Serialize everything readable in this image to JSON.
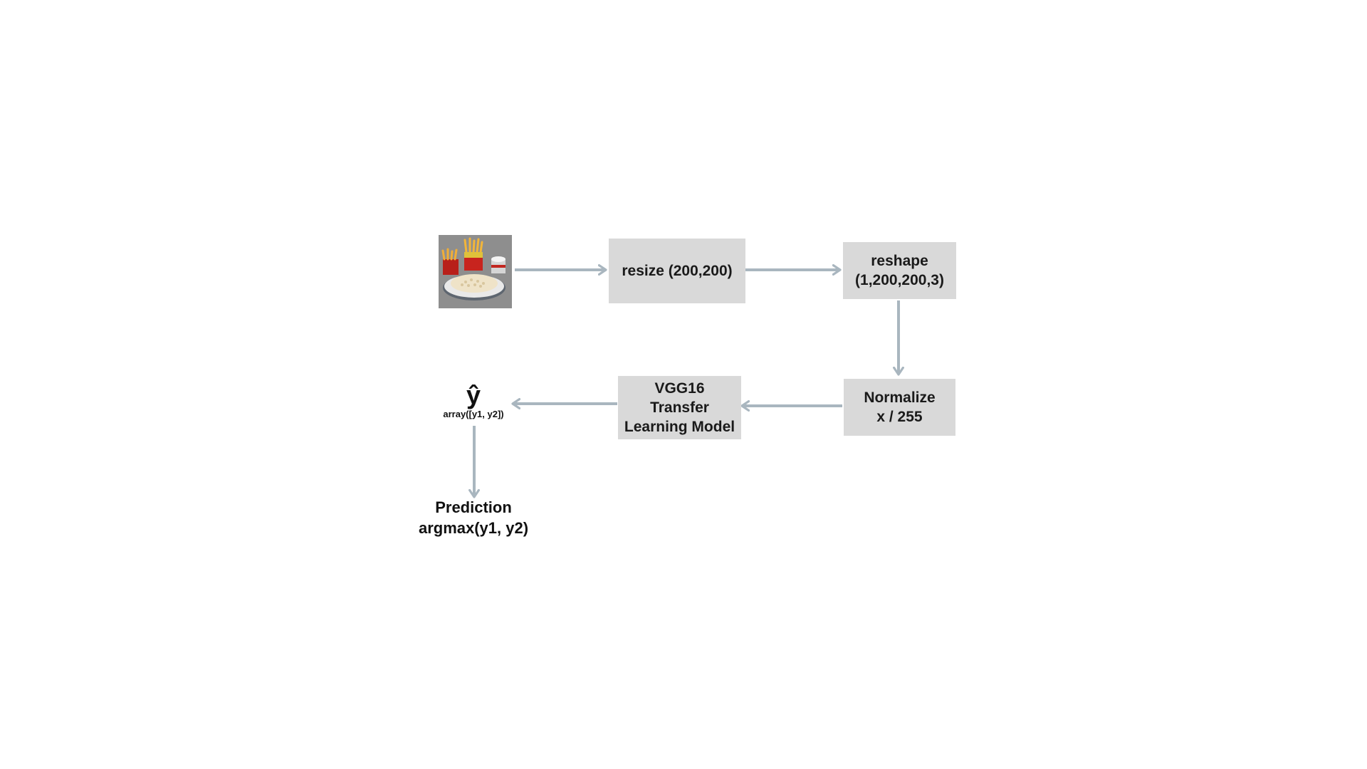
{
  "input_image": {
    "icon": "food-plate-with-fries-image"
  },
  "steps": {
    "resize": {
      "lines": [
        "resize (200,200)"
      ]
    },
    "reshape": {
      "lines": [
        "reshape",
        "(1,200,200,3)"
      ]
    },
    "normalize": {
      "lines": [
        "Normalize",
        "x / 255"
      ]
    },
    "model": {
      "lines": [
        "VGG16",
        "Transfer",
        "Learning Model"
      ]
    }
  },
  "output": {
    "symbol": "ŷ",
    "value": "array([y1, y2])"
  },
  "prediction": {
    "lines": [
      "Prediction",
      "argmax(y1, y2)"
    ]
  },
  "colors": {
    "box_fill": "#d9d9d9",
    "arrow": "#a9b6bf",
    "text": "#1a1a1a"
  }
}
